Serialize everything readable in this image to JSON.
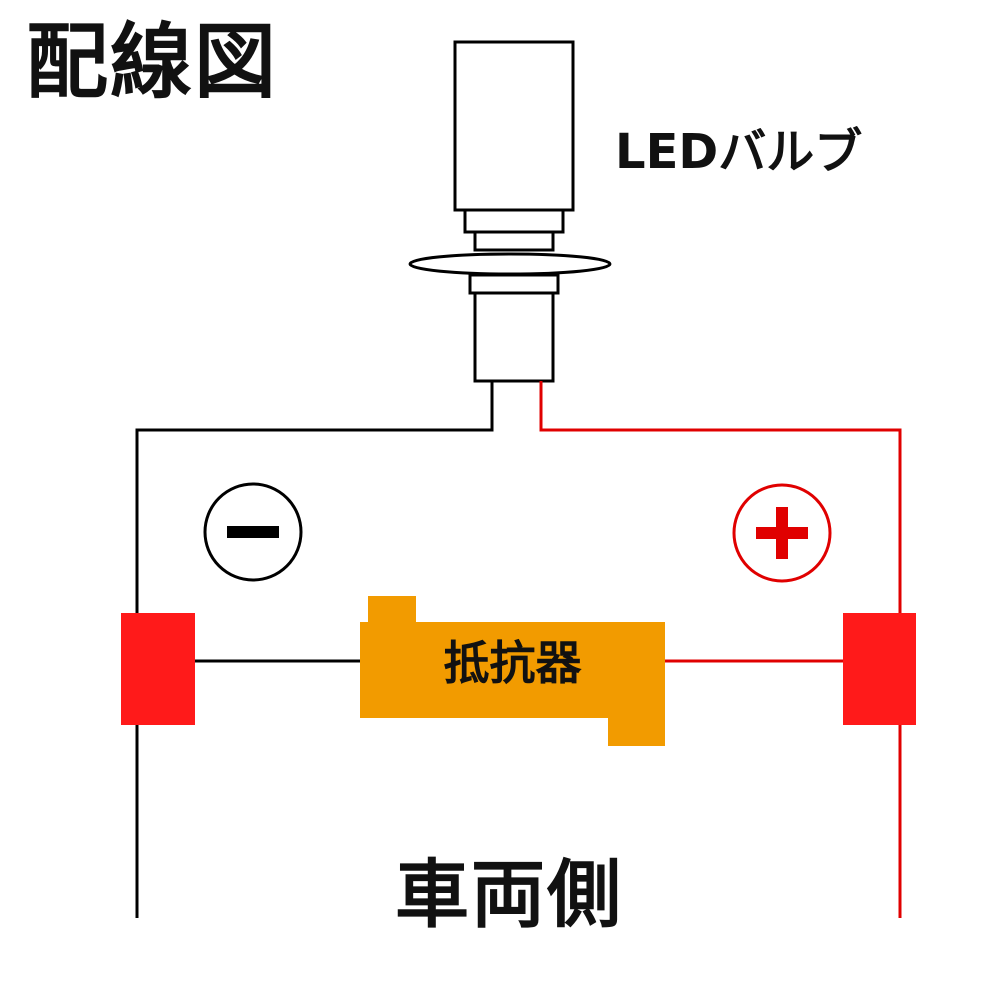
{
  "diagram": {
    "title": "配線図",
    "bulb_label": "LEDバルブ",
    "resistor_label": "抵抗器",
    "vehicle_label": "車両側",
    "negative_icon": "minus-circle-icon",
    "positive_icon": "plus-circle-icon",
    "colors": {
      "negative_wire": "#000000",
      "positive_wire": "#e00000",
      "terminal": "#ff1a1a",
      "resistor": "#f29b00",
      "positive_symbol": "#e00000",
      "negative_symbol": "#000000"
    }
  }
}
